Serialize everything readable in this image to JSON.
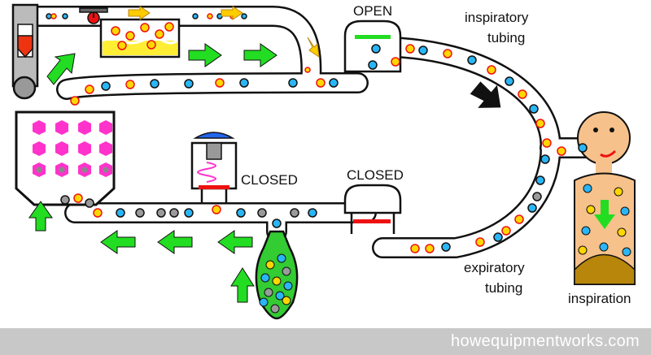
{
  "labels": {
    "open_valve": "OPEN",
    "closed_valve_left": "CLOSED",
    "closed_valve_right": "CLOSED",
    "inspiratory_line1": "inspiratory",
    "inspiratory_line2": "tubing",
    "expiratory_line1": "expiratory",
    "expiratory_line2": "tubing",
    "phase": "inspiration"
  },
  "footer": {
    "credit": "howequipmentworks.com"
  },
  "colors": {
    "oxygen": "#ffd700",
    "co2": "#9a9a9a",
    "air": "#29b6f6",
    "flow_arrow": "#22dd22",
    "valve_open": "#22dd22",
    "valve_closed": "#ee1111",
    "absorbent": "#ff33cc",
    "reservoir_bag": "#33cc33",
    "patient_skin": "#f6c18a",
    "footer_bg": "#c8c8c8"
  }
}
